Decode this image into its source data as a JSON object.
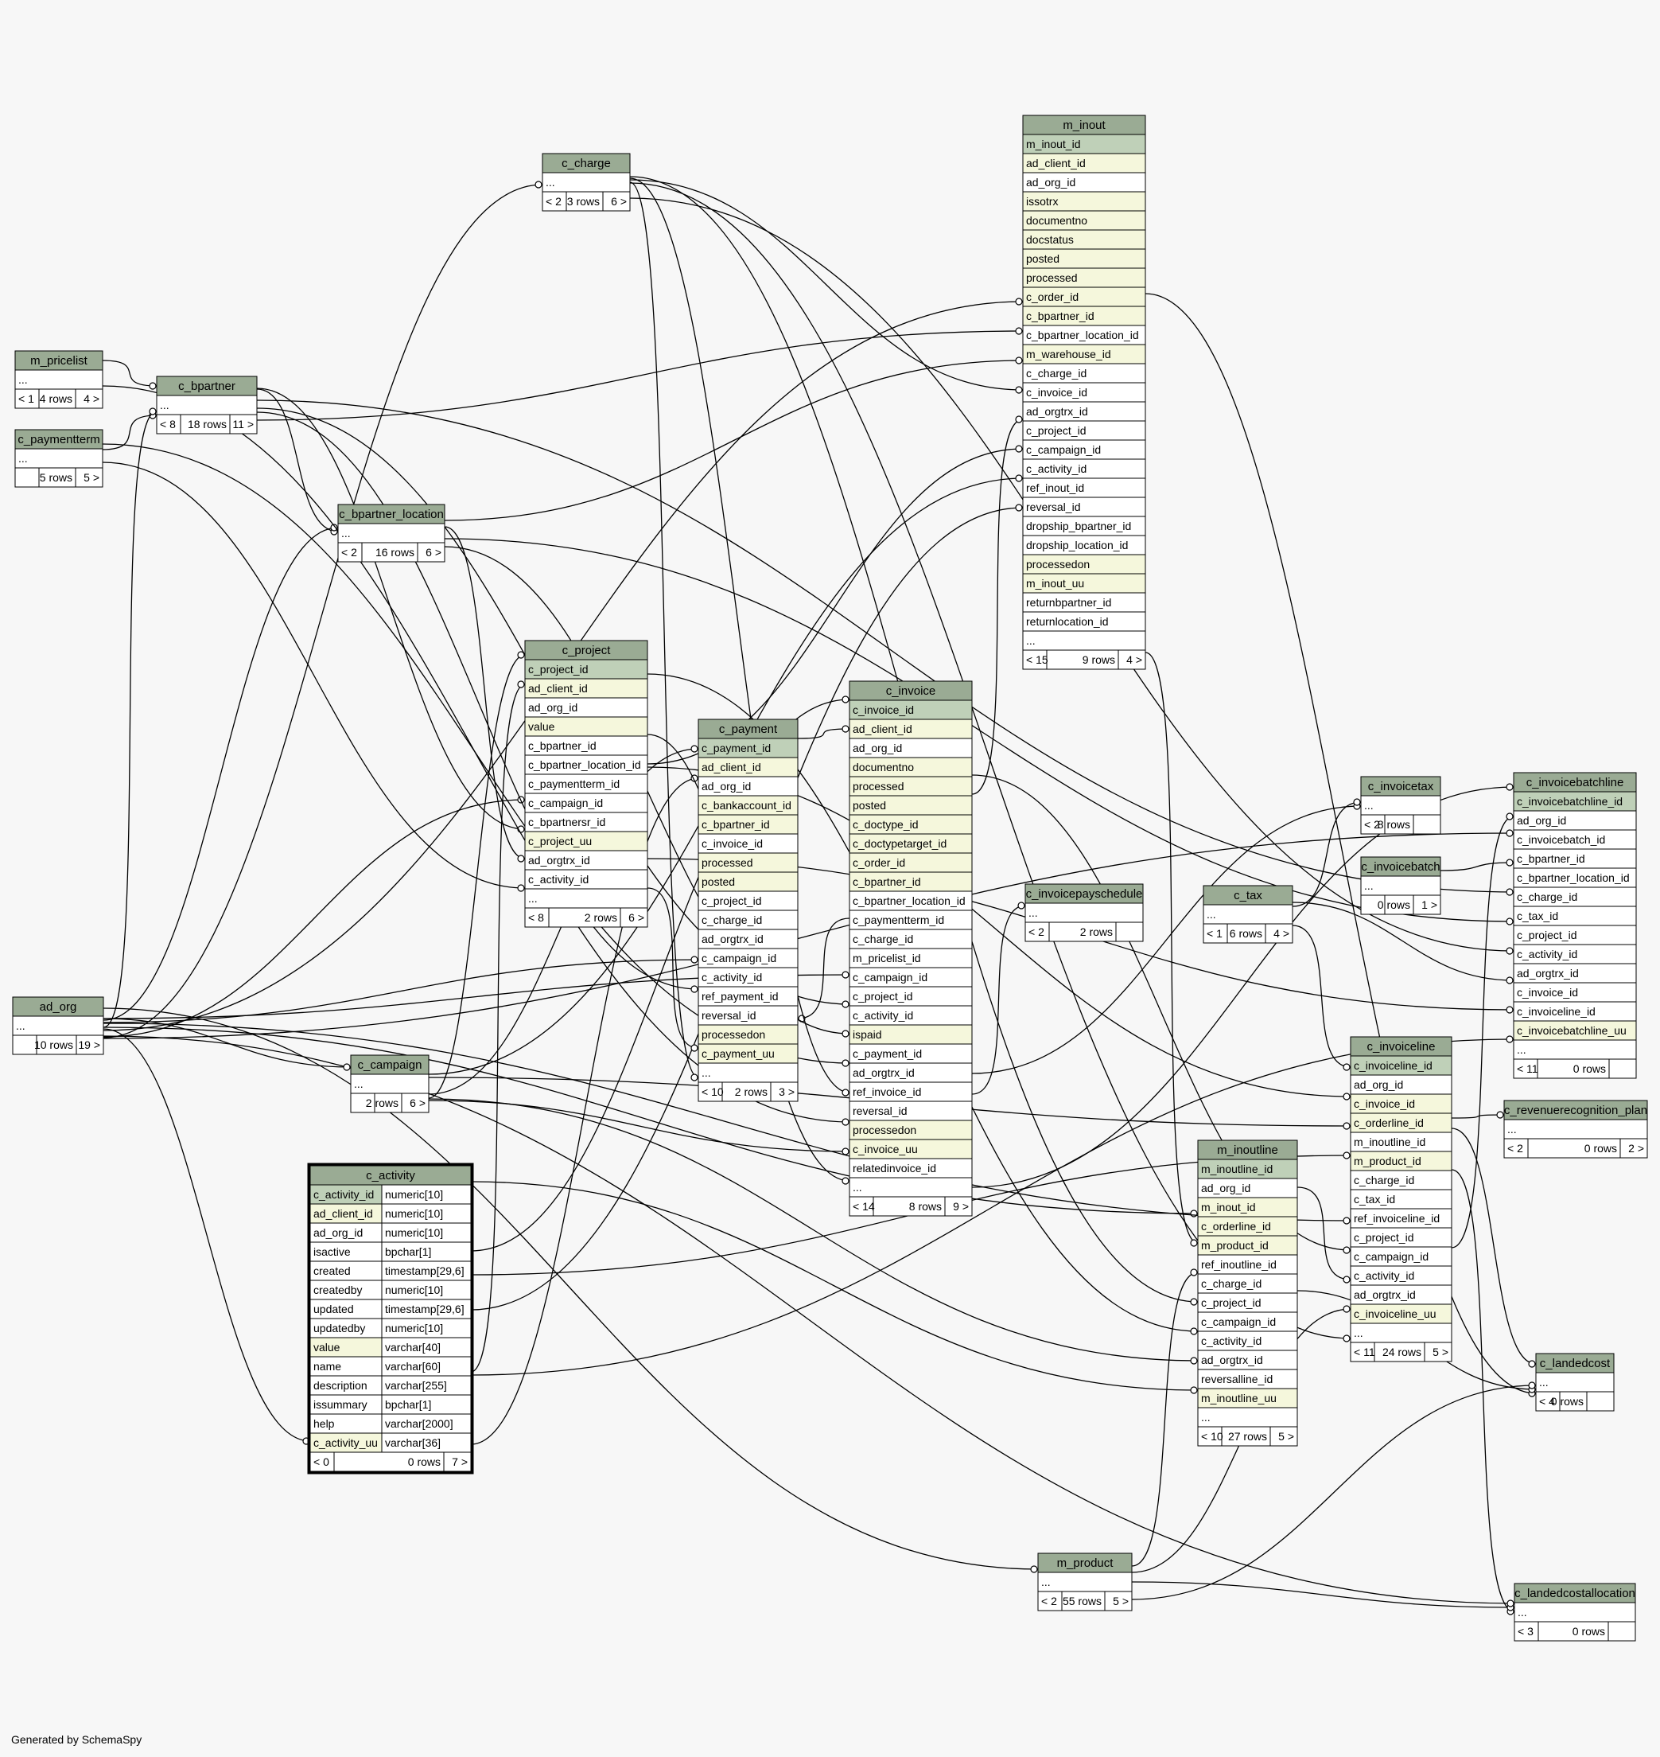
{
  "footer": "Generated by SchemaSpy",
  "focus_table": "c_activity",
  "colors": {
    "background": "#f7f7f7",
    "header": "#9aab94",
    "primary_key": "#bfd0b8",
    "indexed_column": "#f5f7dc",
    "plain_column": "#ffffff",
    "border": "#000000"
  },
  "tables": [
    {
      "id": "m_pricelist",
      "name": "m_pricelist",
      "rows": [
        [
          "..."
        ]
      ],
      "footer": [
        "< 1",
        "4 rows",
        "4 >"
      ]
    },
    {
      "id": "c_paymentterm",
      "name": "c_paymentterm",
      "rows": [
        [
          "..."
        ]
      ],
      "footer": [
        "",
        "5 rows",
        "5 >"
      ]
    },
    {
      "id": "c_bpartner",
      "name": "c_bpartner",
      "rows": [
        [
          "..."
        ]
      ],
      "footer": [
        "< 8",
        "18 rows",
        "11 >"
      ]
    },
    {
      "id": "c_charge",
      "name": "c_charge",
      "rows": [
        [
          "..."
        ]
      ],
      "footer": [
        "< 2",
        "3 rows",
        "6 >"
      ]
    },
    {
      "id": "c_bpartner_location",
      "name": "c_bpartner_location",
      "rows": [
        [
          "..."
        ]
      ],
      "footer": [
        "< 2",
        "16 rows",
        "6 >"
      ]
    },
    {
      "id": "m_inout",
      "name": "m_inout",
      "rows": [
        [
          "m_inout_id",
          "pk"
        ],
        [
          "ad_client_id",
          "idx"
        ],
        [
          "ad_org_id",
          ""
        ],
        [
          "issotrx",
          "idx"
        ],
        [
          "documentno",
          "idx"
        ],
        [
          "docstatus",
          "idx"
        ],
        [
          "posted",
          "idx"
        ],
        [
          "processed",
          "idx"
        ],
        [
          "c_order_id",
          "idx"
        ],
        [
          "c_bpartner_id",
          "idx"
        ],
        [
          "c_bpartner_location_id",
          ""
        ],
        [
          "m_warehouse_id",
          "idx"
        ],
        [
          "c_charge_id",
          ""
        ],
        [
          "c_invoice_id",
          ""
        ],
        [
          "ad_orgtrx_id",
          ""
        ],
        [
          "c_project_id",
          ""
        ],
        [
          "c_campaign_id",
          ""
        ],
        [
          "c_activity_id",
          ""
        ],
        [
          "ref_inout_id",
          ""
        ],
        [
          "reversal_id",
          ""
        ],
        [
          "dropship_bpartner_id",
          ""
        ],
        [
          "dropship_location_id",
          ""
        ],
        [
          "processedon",
          "idx"
        ],
        [
          "m_inout_uu",
          "idx"
        ],
        [
          "returnbpartner_id",
          ""
        ],
        [
          "returnlocation_id",
          ""
        ],
        [
          "...",
          ""
        ]
      ],
      "footer": [
        "< 15",
        "9 rows",
        "4 >"
      ]
    },
    {
      "id": "c_project",
      "name": "c_project",
      "rows": [
        [
          "c_project_id",
          "pk"
        ],
        [
          "ad_client_id",
          "idx"
        ],
        [
          "ad_org_id",
          ""
        ],
        [
          "value",
          "idx"
        ],
        [
          "c_bpartner_id",
          ""
        ],
        [
          "c_bpartner_location_id",
          ""
        ],
        [
          "c_paymentterm_id",
          ""
        ],
        [
          "c_campaign_id",
          ""
        ],
        [
          "c_bpartnersr_id",
          ""
        ],
        [
          "c_project_uu",
          "idx"
        ],
        [
          "ad_orgtrx_id",
          ""
        ],
        [
          "c_activity_id",
          ""
        ],
        [
          "...",
          ""
        ]
      ],
      "footer": [
        "< 8",
        "2 rows",
        "6 >"
      ]
    },
    {
      "id": "c_payment",
      "name": "c_payment",
      "rows": [
        [
          "c_payment_id",
          "pk"
        ],
        [
          "ad_client_id",
          "idx"
        ],
        [
          "ad_org_id",
          ""
        ],
        [
          "c_bankaccount_id",
          "idx"
        ],
        [
          "c_bpartner_id",
          "idx"
        ],
        [
          "c_invoice_id",
          ""
        ],
        [
          "processed",
          "idx"
        ],
        [
          "posted",
          "idx"
        ],
        [
          "c_project_id",
          ""
        ],
        [
          "c_charge_id",
          ""
        ],
        [
          "ad_orgtrx_id",
          ""
        ],
        [
          "c_campaign_id",
          ""
        ],
        [
          "c_activity_id",
          ""
        ],
        [
          "ref_payment_id",
          ""
        ],
        [
          "reversal_id",
          ""
        ],
        [
          "processedon",
          "idx"
        ],
        [
          "c_payment_uu",
          "idx"
        ],
        [
          "...",
          ""
        ]
      ],
      "footer": [
        "< 10",
        "2 rows",
        "3 >"
      ]
    },
    {
      "id": "c_invoice",
      "name": "c_invoice",
      "rows": [
        [
          "c_invoice_id",
          "pk"
        ],
        [
          "ad_client_id",
          "idx"
        ],
        [
          "ad_org_id",
          ""
        ],
        [
          "documentno",
          "idx"
        ],
        [
          "processed",
          "idx"
        ],
        [
          "posted",
          "idx"
        ],
        [
          "c_doctype_id",
          "idx"
        ],
        [
          "c_doctypetarget_id",
          "idx"
        ],
        [
          "c_order_id",
          "idx"
        ],
        [
          "c_bpartner_id",
          "idx"
        ],
        [
          "c_bpartner_location_id",
          ""
        ],
        [
          "c_paymentterm_id",
          ""
        ],
        [
          "c_charge_id",
          ""
        ],
        [
          "m_pricelist_id",
          ""
        ],
        [
          "c_campaign_id",
          ""
        ],
        [
          "c_project_id",
          ""
        ],
        [
          "c_activity_id",
          ""
        ],
        [
          "ispaid",
          "idx"
        ],
        [
          "c_payment_id",
          ""
        ],
        [
          "ad_orgtrx_id",
          ""
        ],
        [
          "ref_invoice_id",
          ""
        ],
        [
          "reversal_id",
          ""
        ],
        [
          "processedon",
          "idx"
        ],
        [
          "c_invoice_uu",
          "idx"
        ],
        [
          "relatedinvoice_id",
          ""
        ],
        [
          "...",
          ""
        ]
      ],
      "footer": [
        "< 14",
        "8 rows",
        "9 >"
      ]
    },
    {
      "id": "c_invoicetax",
      "name": "c_invoicetax",
      "rows": [
        [
          "..."
        ]
      ],
      "footer": [
        "< 2",
        "8 rows",
        ""
      ]
    },
    {
      "id": "c_invoicebatchline",
      "name": "c_invoicebatchline",
      "rows": [
        [
          "c_invoicebatchline_id",
          "pk"
        ],
        [
          "ad_org_id",
          ""
        ],
        [
          "c_invoicebatch_id",
          ""
        ],
        [
          "c_bpartner_id",
          ""
        ],
        [
          "c_bpartner_location_id",
          ""
        ],
        [
          "c_charge_id",
          ""
        ],
        [
          "c_tax_id",
          ""
        ],
        [
          "c_project_id",
          ""
        ],
        [
          "c_activity_id",
          ""
        ],
        [
          "ad_orgtrx_id",
          ""
        ],
        [
          "c_invoice_id",
          ""
        ],
        [
          "c_invoiceline_id",
          ""
        ],
        [
          "c_invoicebatchline_uu",
          "idx"
        ],
        [
          "...",
          ""
        ]
      ],
      "footer": [
        "< 11",
        "0 rows",
        ""
      ]
    },
    {
      "id": "c_invoicebatch",
      "name": "c_invoicebatch",
      "rows": [
        [
          "..."
        ]
      ],
      "footer": [
        "",
        "0 rows",
        "1 >"
      ]
    },
    {
      "id": "c_tax",
      "name": "c_tax",
      "rows": [
        [
          "..."
        ]
      ],
      "footer": [
        "< 1",
        "6 rows",
        "4 >"
      ]
    },
    {
      "id": "c_invoicepayschedule",
      "name": "c_invoicepayschedule",
      "rows": [
        [
          "..."
        ]
      ],
      "footer": [
        "< 2",
        "2 rows",
        ""
      ]
    },
    {
      "id": "ad_org",
      "name": "ad_org",
      "rows": [
        [
          "..."
        ]
      ],
      "footer": [
        "",
        "10 rows",
        "19 >"
      ]
    },
    {
      "id": "c_campaign",
      "name": "c_campaign",
      "rows": [
        [
          "..."
        ]
      ],
      "footer": [
        "",
        "2 rows",
        "6 >"
      ]
    },
    {
      "id": "c_activity",
      "name": "c_activity",
      "focus": true,
      "rows": [
        [
          "c_activity_id",
          "pk",
          "numeric[10]"
        ],
        [
          "ad_client_id",
          "idx",
          "numeric[10]"
        ],
        [
          "ad_org_id",
          "",
          "numeric[10]"
        ],
        [
          "isactive",
          "",
          "bpchar[1]"
        ],
        [
          "created",
          "",
          "timestamp[29,6]"
        ],
        [
          "createdby",
          "",
          "numeric[10]"
        ],
        [
          "updated",
          "",
          "timestamp[29,6]"
        ],
        [
          "updatedby",
          "",
          "numeric[10]"
        ],
        [
          "value",
          "idx",
          "varchar[40]"
        ],
        [
          "name",
          "",
          "varchar[60]"
        ],
        [
          "description",
          "",
          "varchar[255]"
        ],
        [
          "issummary",
          "",
          "bpchar[1]"
        ],
        [
          "help",
          "",
          "varchar[2000]"
        ],
        [
          "c_activity_uu",
          "idx",
          "varchar[36]"
        ]
      ],
      "footer": [
        "< 0",
        "0 rows",
        "7 >"
      ]
    },
    {
      "id": "m_inoutline",
      "name": "m_inoutline",
      "rows": [
        [
          "m_inoutline_id",
          "pk"
        ],
        [
          "ad_org_id",
          ""
        ],
        [
          "m_inout_id",
          "idx"
        ],
        [
          "c_orderline_id",
          "idx"
        ],
        [
          "m_product_id",
          "idx"
        ],
        [
          "ref_inoutline_id",
          ""
        ],
        [
          "c_charge_id",
          ""
        ],
        [
          "c_project_id",
          ""
        ],
        [
          "c_campaign_id",
          ""
        ],
        [
          "c_activity_id",
          ""
        ],
        [
          "ad_orgtrx_id",
          ""
        ],
        [
          "reversalline_id",
          ""
        ],
        [
          "m_inoutline_uu",
          "idx"
        ],
        [
          "...",
          ""
        ]
      ],
      "footer": [
        "< 10",
        "27 rows",
        "5 >"
      ]
    },
    {
      "id": "c_invoiceline",
      "name": "c_invoiceline",
      "rows": [
        [
          "c_invoiceline_id",
          "pk"
        ],
        [
          "ad_org_id",
          ""
        ],
        [
          "c_invoice_id",
          "idx"
        ],
        [
          "c_orderline_id",
          "idx"
        ],
        [
          "m_inoutline_id",
          ""
        ],
        [
          "m_product_id",
          "idx"
        ],
        [
          "c_charge_id",
          ""
        ],
        [
          "c_tax_id",
          ""
        ],
        [
          "ref_invoiceline_id",
          ""
        ],
        [
          "c_project_id",
          ""
        ],
        [
          "c_campaign_id",
          ""
        ],
        [
          "c_activity_id",
          ""
        ],
        [
          "ad_orgtrx_id",
          ""
        ],
        [
          "c_invoiceline_uu",
          "idx"
        ],
        [
          "...",
          ""
        ]
      ],
      "footer": [
        "< 11",
        "24 rows",
        "5 >"
      ]
    },
    {
      "id": "c_revenuerecognition_plan",
      "name": "c_revenuerecognition_plan",
      "rows": [
        [
          "..."
        ]
      ],
      "footer": [
        "< 2",
        "0 rows",
        "2 >"
      ]
    },
    {
      "id": "c_landedcost",
      "name": "c_landedcost",
      "rows": [
        [
          "..."
        ]
      ],
      "footer": [
        "< 4",
        "0 rows",
        ""
      ]
    },
    {
      "id": "m_product",
      "name": "m_product",
      "rows": [
        [
          "..."
        ]
      ],
      "footer": [
        "< 2",
        "55 rows",
        "5 >"
      ]
    },
    {
      "id": "c_landedcostallocation",
      "name": "c_landedcostallocation",
      "rows": [
        [
          "..."
        ]
      ],
      "footer": [
        "< 3",
        "0 rows",
        ""
      ]
    }
  ],
  "relationships": [
    [
      "c_bpartner",
      "m_pricelist"
    ],
    [
      "c_bpartner",
      "c_paymentterm"
    ],
    [
      "c_bpartner",
      "ad_org"
    ],
    [
      "c_charge",
      "ad_org"
    ],
    [
      "c_bpartner_location",
      "c_bpartner"
    ],
    [
      "c_bpartner_location",
      "ad_org"
    ],
    [
      "m_inout",
      "ad_org"
    ],
    [
      "m_inout",
      "c_bpartner"
    ],
    [
      "m_inout",
      "c_bpartner_location"
    ],
    [
      "m_inout",
      "c_charge"
    ],
    [
      "m_inout",
      "c_invoice"
    ],
    [
      "m_inout",
      "c_project"
    ],
    [
      "m_inout",
      "c_campaign"
    ],
    [
      "m_inout",
      "c_activity"
    ],
    [
      "c_project",
      "ad_org"
    ],
    [
      "c_project",
      "c_bpartner"
    ],
    [
      "c_project",
      "c_bpartner_location"
    ],
    [
      "c_project",
      "c_paymentterm"
    ],
    [
      "c_project",
      "c_campaign"
    ],
    [
      "c_project",
      "c_activity"
    ],
    [
      "c_payment",
      "ad_org"
    ],
    [
      "c_payment",
      "c_bpartner"
    ],
    [
      "c_payment",
      "c_invoice"
    ],
    [
      "c_payment",
      "c_project"
    ],
    [
      "c_payment",
      "c_charge"
    ],
    [
      "c_payment",
      "c_campaign"
    ],
    [
      "c_payment",
      "c_activity"
    ],
    [
      "c_invoice",
      "ad_org"
    ],
    [
      "c_invoice",
      "c_bpartner"
    ],
    [
      "c_invoice",
      "c_bpartner_location"
    ],
    [
      "c_invoice",
      "c_paymentterm"
    ],
    [
      "c_invoice",
      "c_charge"
    ],
    [
      "c_invoice",
      "m_pricelist"
    ],
    [
      "c_invoice",
      "c_campaign"
    ],
    [
      "c_invoice",
      "c_project"
    ],
    [
      "c_invoice",
      "c_activity"
    ],
    [
      "c_invoice",
      "c_payment"
    ],
    [
      "c_invoicetax",
      "c_invoice"
    ],
    [
      "c_invoicetax",
      "c_tax"
    ],
    [
      "c_invoicepayschedule",
      "c_invoice"
    ],
    [
      "c_invoicebatchline",
      "ad_org"
    ],
    [
      "c_invoicebatchline",
      "c_invoicebatch"
    ],
    [
      "c_invoicebatchline",
      "c_bpartner"
    ],
    [
      "c_invoicebatchline",
      "c_bpartner_location"
    ],
    [
      "c_invoicebatchline",
      "c_charge"
    ],
    [
      "c_invoicebatchline",
      "c_tax"
    ],
    [
      "c_invoicebatchline",
      "c_project"
    ],
    [
      "c_invoicebatchline",
      "c_activity"
    ],
    [
      "c_invoicebatchline",
      "c_invoice"
    ],
    [
      "c_invoicebatchline",
      "c_invoiceline"
    ],
    [
      "m_inoutline",
      "ad_org"
    ],
    [
      "m_inoutline",
      "m_inout"
    ],
    [
      "m_inoutline",
      "m_product"
    ],
    [
      "m_inoutline",
      "c_charge"
    ],
    [
      "m_inoutline",
      "c_project"
    ],
    [
      "m_inoutline",
      "c_campaign"
    ],
    [
      "m_inoutline",
      "c_activity"
    ],
    [
      "c_invoiceline",
      "ad_org"
    ],
    [
      "c_invoiceline",
      "c_invoice"
    ],
    [
      "c_invoiceline",
      "m_inoutline"
    ],
    [
      "c_invoiceline",
      "m_product"
    ],
    [
      "c_invoiceline",
      "c_charge"
    ],
    [
      "c_invoiceline",
      "c_tax"
    ],
    [
      "c_invoiceline",
      "c_project"
    ],
    [
      "c_invoiceline",
      "c_campaign"
    ],
    [
      "c_invoiceline",
      "c_activity"
    ],
    [
      "c_revenuerecognition_plan",
      "c_invoiceline"
    ],
    [
      "c_landedcost",
      "c_invoiceline"
    ],
    [
      "c_landedcost",
      "m_inout"
    ],
    [
      "c_landedcost",
      "m_inoutline"
    ],
    [
      "c_landedcost",
      "m_product"
    ],
    [
      "c_landedcostallocation",
      "c_invoiceline"
    ],
    [
      "c_landedcostallocation",
      "m_product"
    ],
    [
      "c_landedcostallocation",
      "ad_org"
    ],
    [
      "m_product",
      "ad_org"
    ],
    [
      "c_campaign",
      "ad_org"
    ],
    [
      "c_activity",
      "ad_org"
    ]
  ]
}
